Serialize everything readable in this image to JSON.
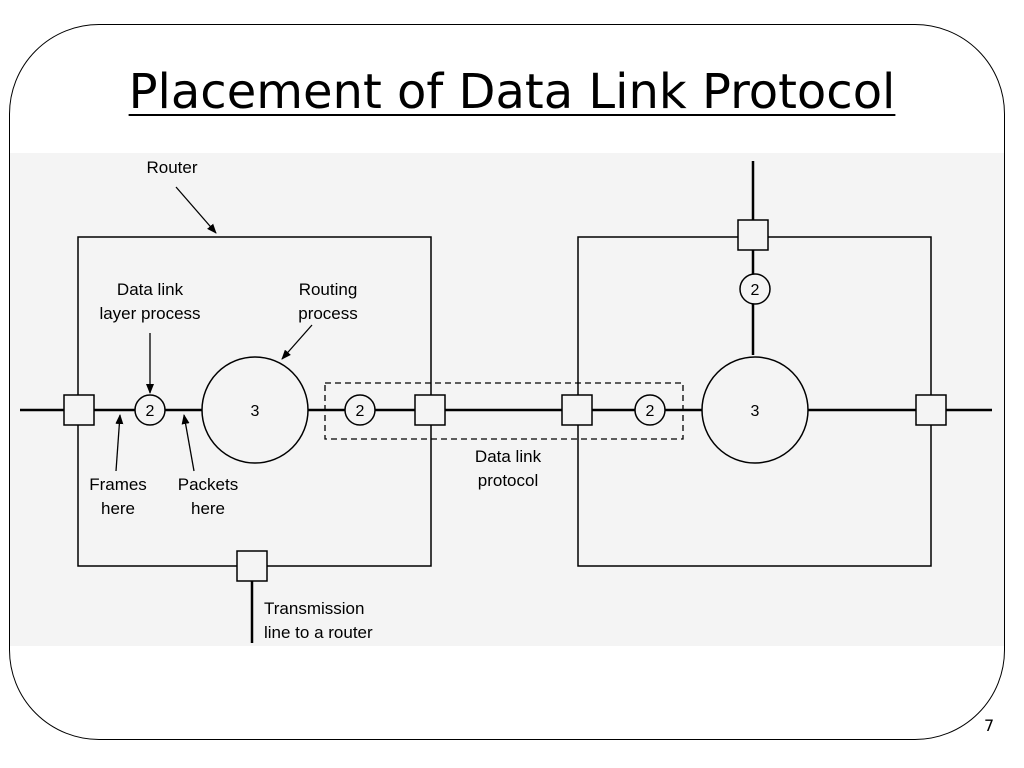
{
  "title": "Placement of Data Link Protocol",
  "page_number": "7",
  "diagram": {
    "labels": {
      "router": "Router",
      "data_link_process": [
        "Data link",
        "layer process"
      ],
      "routing_process": [
        "Routing",
        "process"
      ],
      "frames_here": [
        "Frames",
        "here"
      ],
      "packets_here": [
        "Packets",
        "here"
      ],
      "data_link_protocol": [
        "Data link",
        "protocol"
      ],
      "transmission_line": [
        "Transmission",
        "line to a router"
      ]
    },
    "node_labels": {
      "data_link_layer": "2",
      "routing": "3"
    }
  }
}
